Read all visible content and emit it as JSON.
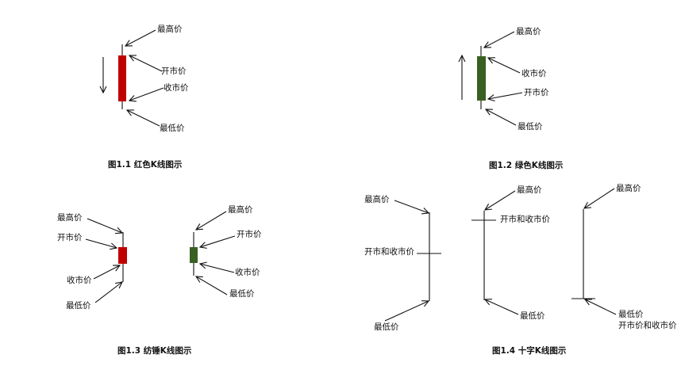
{
  "colors": {
    "red": "#c00000",
    "green": "#3a5f22",
    "ink": "#111111"
  },
  "fig1": {
    "caption": "图1.1   红色K线图示",
    "high": "最高价",
    "open": "开市价",
    "close": "收市价",
    "low": "最低价"
  },
  "fig2": {
    "caption": "图1.2   绿色K线图示",
    "high": "最高价",
    "close": "收市价",
    "open": "开市价",
    "low": "最低价"
  },
  "fig3": {
    "caption": "图1.3   纺锤K线图示",
    "left": {
      "high": "最高价",
      "open": "开市价",
      "close": "收市价",
      "low": "最低价"
    },
    "right": {
      "high": "最高价",
      "open": "开市价",
      "close": "收市价",
      "low": "最低价"
    }
  },
  "fig4": {
    "caption": "图1.4   十字K线图示",
    "a": {
      "high": "最高价",
      "openclose": "开市和收市价",
      "low": "最低价"
    },
    "b": {
      "high": "最高价",
      "openclose": "开市和收市价",
      "low": "最低价"
    },
    "c": {
      "high": "最高价",
      "low": "最低价",
      "openclose": "开市价和收市价"
    }
  }
}
